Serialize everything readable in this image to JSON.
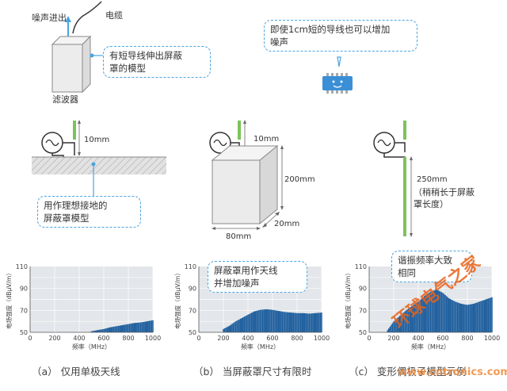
{
  "panel_a": {
    "noise_label": "噪声进出",
    "cable_label": "电缆",
    "filter_label": "滤波器",
    "callout_model": "有短导线伸出屏蔽\n罩的模型",
    "dim_10": "10mm",
    "callout_ground": "用作理想接地的\n屏蔽罩模型",
    "caption": "（a） 仅用单极天线"
  },
  "panel_b": {
    "dim_10": "10mm",
    "dim_200": "200mm",
    "dim_80": "80mm",
    "dim_20": "20mm",
    "callout": "屏蔽罩用作天线\n并增加噪声",
    "caption": "（b） 当屏蔽罩尺寸有限时"
  },
  "panel_c": {
    "callout_top": "即使1cm短的导线也可以增加\n噪声",
    "dim_250": "250mm",
    "dim_note": "（稍稍长于屏蔽\n罩长度）",
    "callout": "谐振频率大致\n相同",
    "caption": "（c） 变形偶极子模型示例"
  },
  "chart_common": {
    "ylabel": "电场强度（dBμV/m）",
    "xlabel": "频率（MHz）"
  },
  "watermark": {
    "text": "环球电气之家",
    "url": "www.cntronics.com"
  },
  "chart_data": [
    {
      "type": "bar",
      "xlabel": "频率（MHz）",
      "ylabel": "电场强度（dBμV/m）",
      "xlim": [
        0,
        1000
      ],
      "ylim": [
        50,
        110
      ],
      "xticks": [
        0,
        200,
        400,
        600,
        800,
        1000
      ],
      "yticks": [
        50,
        70,
        90,
        110
      ],
      "grid": true,
      "x": [
        500,
        550,
        600,
        650,
        700,
        750,
        800,
        850,
        900,
        950,
        1000
      ],
      "values": [
        51,
        52,
        53,
        54.5,
        55.5,
        56.5,
        57.5,
        58.5,
        59,
        60,
        61
      ]
    },
    {
      "type": "bar",
      "xlabel": "频率（MHz）",
      "ylabel": "电场强度（dBμV/m）",
      "xlim": [
        0,
        1000
      ],
      "ylim": [
        50,
        110
      ],
      "xticks": [
        0,
        200,
        400,
        600,
        800,
        1000
      ],
      "yticks": [
        50,
        70,
        90,
        110
      ],
      "grid": true,
      "x": [
        200,
        250,
        300,
        350,
        400,
        450,
        500,
        550,
        600,
        650,
        700,
        750,
        800,
        850,
        900,
        950,
        1000
      ],
      "values": [
        53,
        56,
        60,
        63,
        66,
        69,
        70.5,
        71,
        70.5,
        69.5,
        68.5,
        68,
        67.5,
        67.5,
        67,
        67.5,
        68
      ]
    },
    {
      "type": "bar",
      "xlabel": "频率（MHz）",
      "ylabel": "电场强度（dBμV/m）",
      "xlim": [
        0,
        1000
      ],
      "ylim": [
        50,
        110
      ],
      "xticks": [
        0,
        200,
        400,
        600,
        800,
        1000
      ],
      "yticks": [
        50,
        70,
        90,
        110
      ],
      "grid": true,
      "x": [
        150,
        200,
        250,
        300,
        350,
        400,
        450,
        500,
        550,
        600,
        650,
        700,
        750,
        800,
        850,
        900,
        950,
        1000
      ],
      "values": [
        52,
        60,
        65,
        70,
        74,
        78,
        83,
        87,
        89,
        86,
        81,
        78,
        76,
        75,
        76,
        78,
        80,
        82
      ]
    }
  ]
}
